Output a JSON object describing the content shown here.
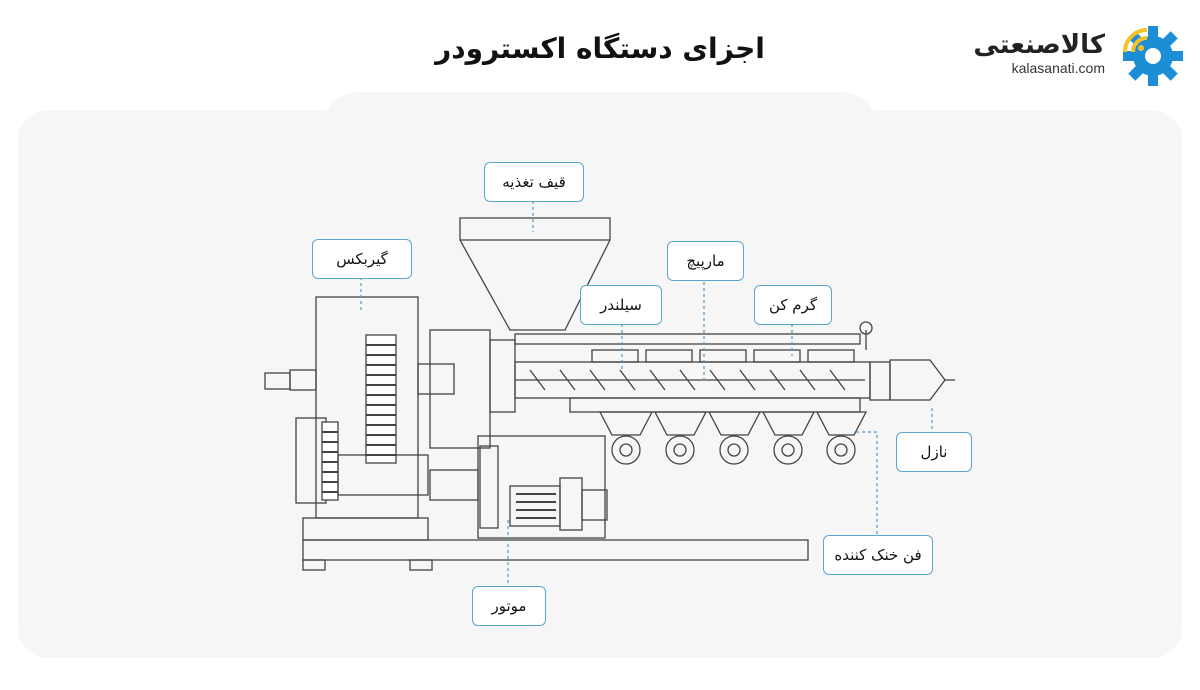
{
  "header": {
    "title": "اجزای دستگاه اکسترودر"
  },
  "logo": {
    "name": "کالاصنعتی",
    "url": "kalasanati.com",
    "accent_yellow": "#f5c12a",
    "accent_blue": "#1c8ed6"
  },
  "labels": {
    "feed_hopper": "قیف تغذیه",
    "gearbox": "گیربکس",
    "screw": "مارپیچ",
    "cylinder": "سیلندر",
    "heater": "گرم کن",
    "nozzle": "نازل",
    "cooling_fan": "فن خنک کننده",
    "motor": "موتور"
  },
  "colors": {
    "label_border": "#5aa6cf",
    "leader_line": "#4a9ccc",
    "panel": "#f6f6f6"
  }
}
